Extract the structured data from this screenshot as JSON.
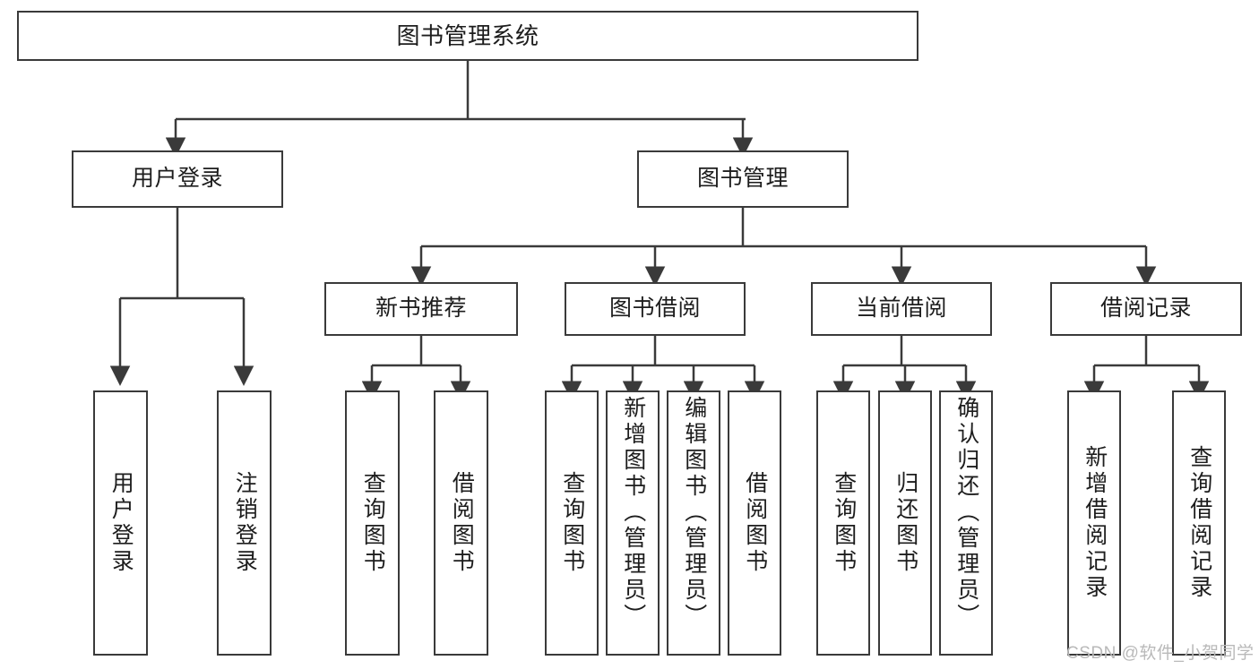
{
  "diagram": {
    "title": "图书管理系统",
    "type": "function-structure-tree",
    "root": {
      "label": "图书管理系统"
    },
    "level2": [
      {
        "label": "用户登录"
      },
      {
        "label": "图书管理"
      }
    ],
    "level3": [
      {
        "label": "新书推荐"
      },
      {
        "label": "图书借阅"
      },
      {
        "label": "当前借阅"
      },
      {
        "label": "借阅记录"
      }
    ],
    "leaves": {
      "user_login": [
        {
          "label": "用户登录"
        },
        {
          "label": "注销登录"
        }
      ],
      "new_book_recommend": [
        {
          "label": "查询图书"
        },
        {
          "label": "借阅图书"
        }
      ],
      "book_borrow": [
        {
          "label": "查询图书"
        },
        {
          "label": "新增图书（管理员）"
        },
        {
          "label": "编辑图书（管理员）"
        },
        {
          "label": "借阅图书"
        }
      ],
      "current_borrow": [
        {
          "label": "查询图书"
        },
        {
          "label": "归还图书"
        },
        {
          "label": "确认归还（管理员）"
        }
      ],
      "borrow_record": [
        {
          "label": "新增借阅记录"
        },
        {
          "label": "查询借阅记录"
        }
      ]
    }
  },
  "watermark": {
    "text": "CSDN @软件_小贺同学"
  },
  "colors": {
    "border": "#3a3a3a",
    "text": "#1d1d1d",
    "background": "#ffffff",
    "watermark": "#b9b9b9"
  }
}
